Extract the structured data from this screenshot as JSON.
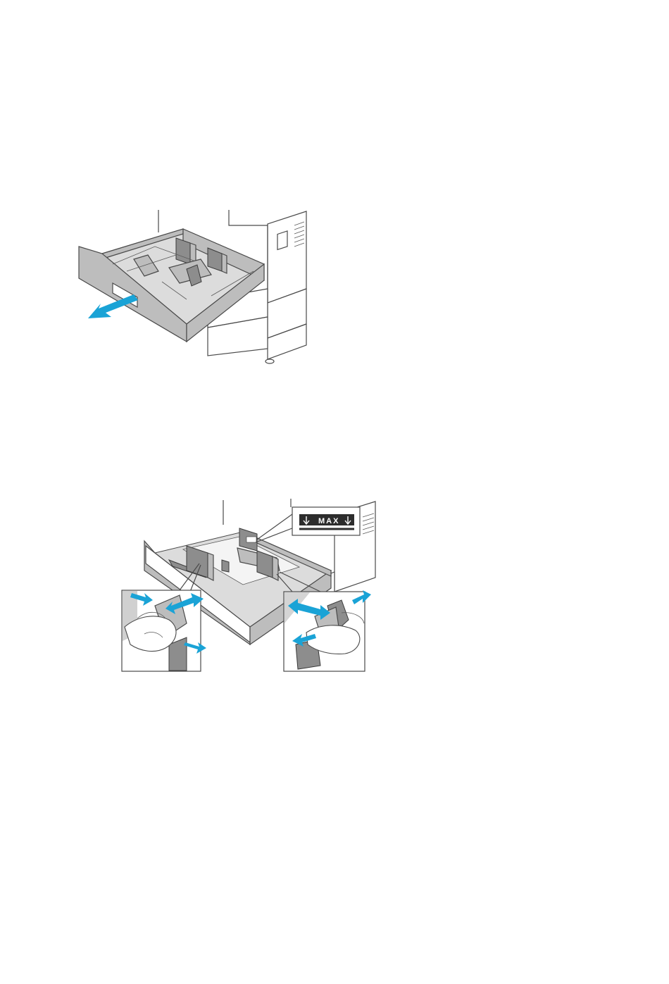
{
  "figures": [
    {
      "name": "figure-pull-out-tray",
      "arrow_color": "#1aa3d6"
    },
    {
      "name": "figure-adjust-paper-guides",
      "max_label": "MAX",
      "arrow_color": "#1aa3d6"
    }
  ],
  "colors": {
    "accent_arrow": "#1aa3d6",
    "tray_gray": "#bdbdbd",
    "outline": "#4a4a4a",
    "background": "#ffffff"
  }
}
